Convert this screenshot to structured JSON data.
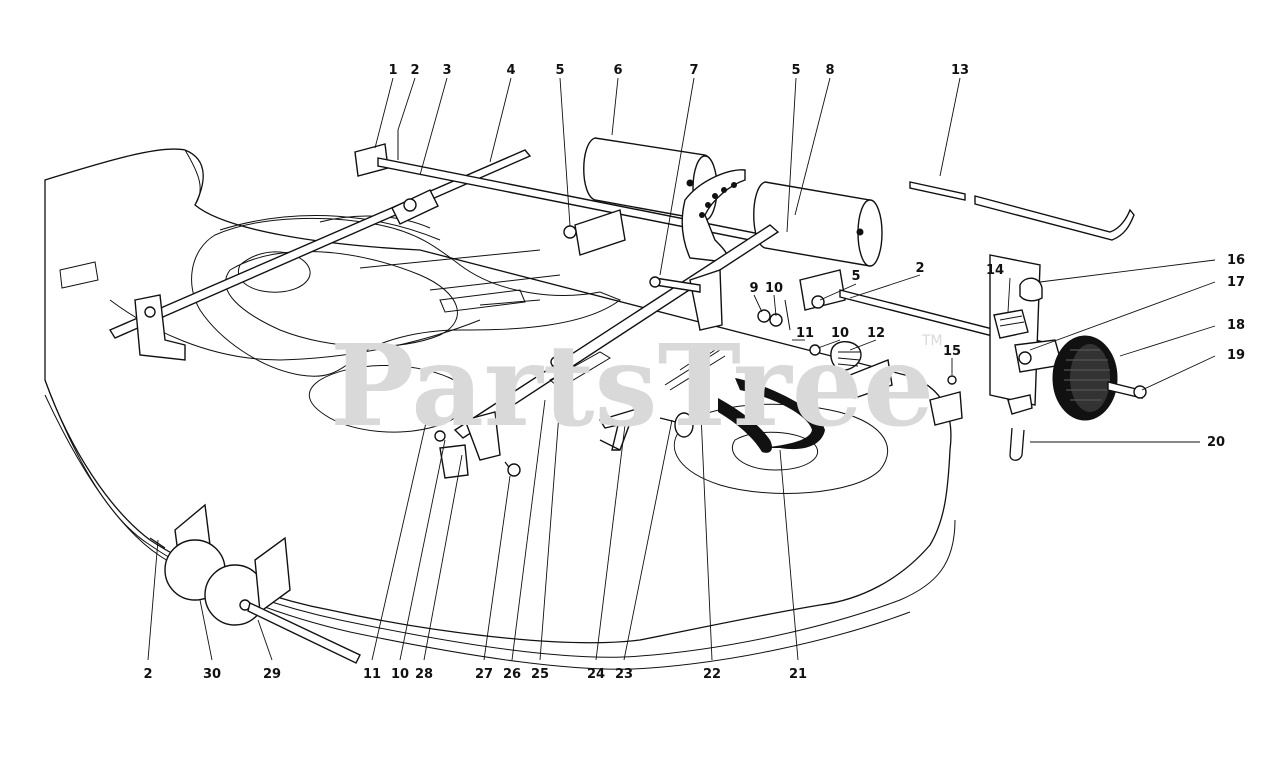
{
  "watermark": {
    "text": "PartsTree",
    "trademark": "TM"
  },
  "callouts": [
    {
      "id": "c1",
      "label": "1"
    },
    {
      "id": "c2",
      "label": "2"
    },
    {
      "id": "c3",
      "label": "3"
    },
    {
      "id": "c4",
      "label": "4"
    },
    {
      "id": "c5",
      "label": "5"
    },
    {
      "id": "c6",
      "label": "6"
    },
    {
      "id": "c7",
      "label": "7"
    },
    {
      "id": "c5b",
      "label": "5"
    },
    {
      "id": "c8",
      "label": "8"
    },
    {
      "id": "c13",
      "label": "13"
    },
    {
      "id": "c16",
      "label": "16"
    },
    {
      "id": "c17",
      "label": "17"
    },
    {
      "id": "c14",
      "label": "14"
    },
    {
      "id": "c2b",
      "label": "2"
    },
    {
      "id": "c5c",
      "label": "5"
    },
    {
      "id": "c9",
      "label": "9"
    },
    {
      "id": "c10",
      "label": "10"
    },
    {
      "id": "c11",
      "label": "11"
    },
    {
      "id": "c10b",
      "label": "10"
    },
    {
      "id": "c12",
      "label": "12"
    },
    {
      "id": "c18",
      "label": "18"
    },
    {
      "id": "c15",
      "label": "15"
    },
    {
      "id": "c19",
      "label": "19"
    },
    {
      "id": "c20",
      "label": "20"
    },
    {
      "id": "c2c",
      "label": "2"
    },
    {
      "id": "c30",
      "label": "30"
    },
    {
      "id": "c29",
      "label": "29"
    },
    {
      "id": "c11b",
      "label": "11"
    },
    {
      "id": "c10c",
      "label": "10"
    },
    {
      "id": "c28",
      "label": "28"
    },
    {
      "id": "c27",
      "label": "27"
    },
    {
      "id": "c26",
      "label": "26"
    },
    {
      "id": "c25",
      "label": "25"
    },
    {
      "id": "c24",
      "label": "24"
    },
    {
      "id": "c23",
      "label": "23"
    },
    {
      "id": "c22",
      "label": "22"
    },
    {
      "id": "c21",
      "label": "21"
    }
  ]
}
